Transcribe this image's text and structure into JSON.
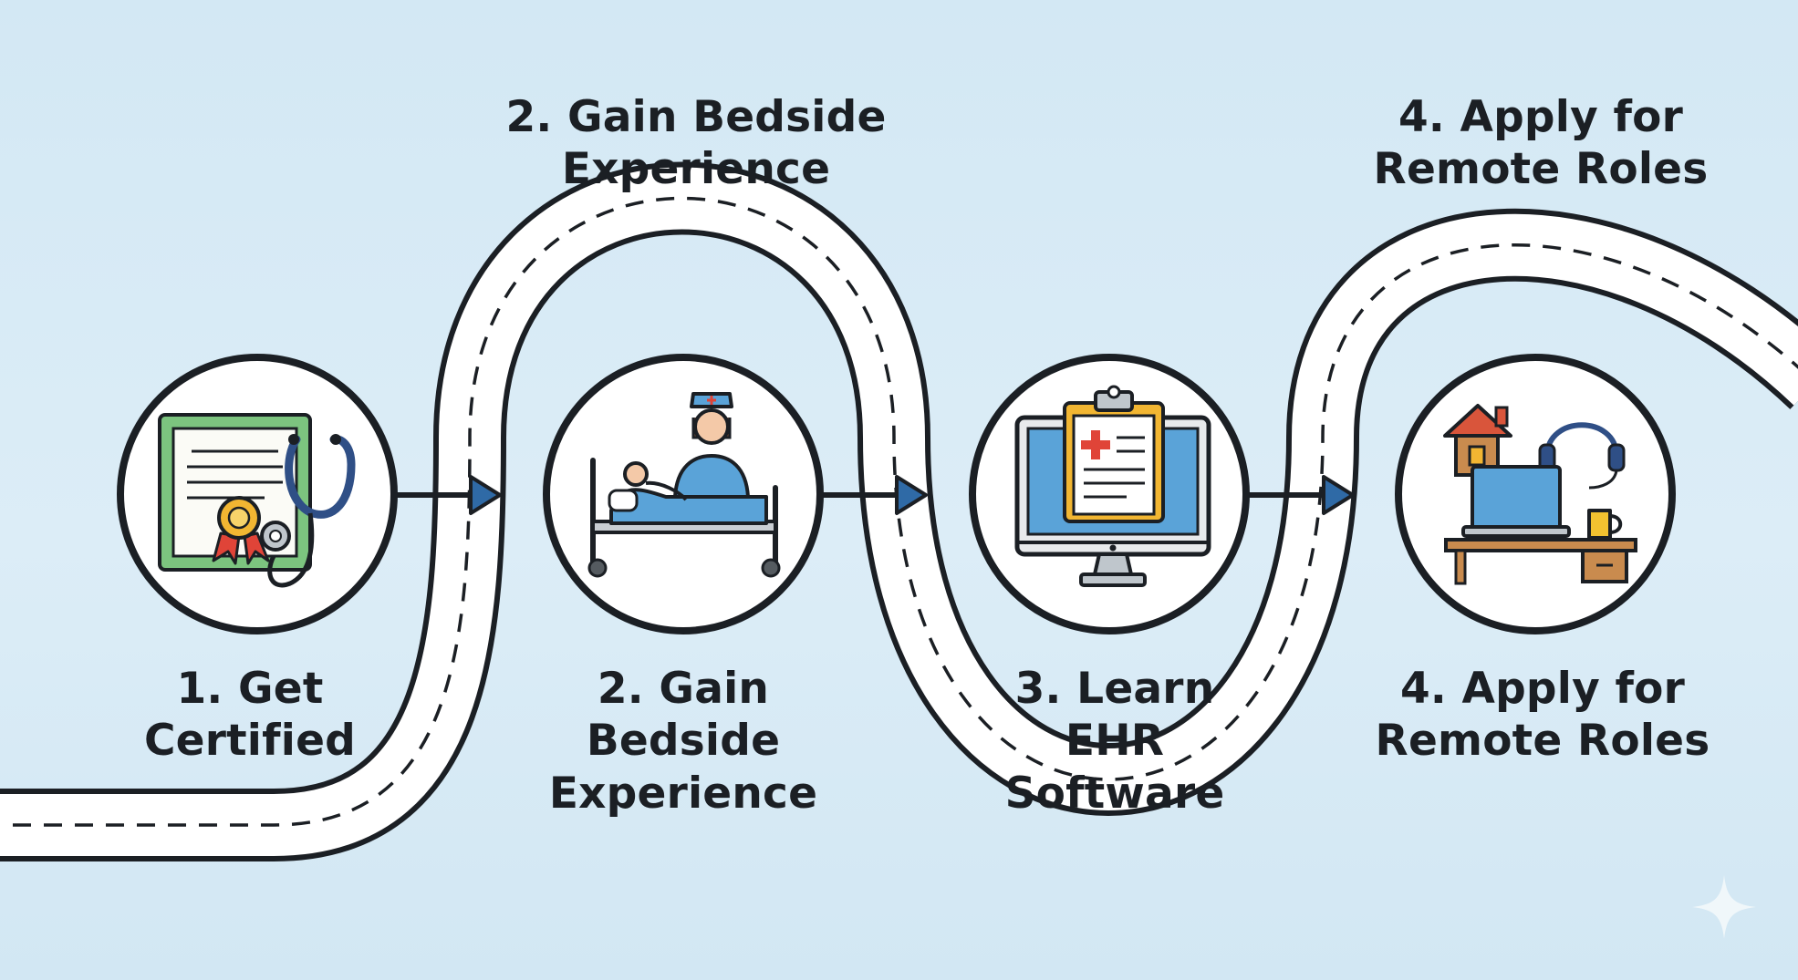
{
  "top_headings": [
    {
      "lines": [
        "2. Gain Bedside",
        "Experience"
      ]
    },
    {
      "lines": [
        "4. Apply for",
        "Remote Roles"
      ]
    }
  ],
  "steps": [
    {
      "number": "1",
      "lines": [
        "1. Get",
        "Certified"
      ],
      "icon": "certificate-stethoscope-icon"
    },
    {
      "number": "2",
      "lines": [
        "2. Gain",
        "Bedside",
        "Experience"
      ],
      "icon": "nurse-patient-bed-icon"
    },
    {
      "number": "3",
      "lines": [
        "3. Learn",
        "EHR",
        "Software"
      ],
      "icon": "computer-medical-chart-icon"
    },
    {
      "number": "4",
      "lines": [
        "4. Apply for",
        "Remote Roles"
      ],
      "icon": "home-office-headset-icon"
    }
  ],
  "colors": {
    "background": "#d6eaf5",
    "road": "#ffffff",
    "road_edge": "#1b1f24",
    "arrow_head": "#2f6aa6",
    "icon_blue": "#5aa3d8",
    "certificate_green": "#7cc47f",
    "medical_red": "#e04438",
    "wood": "#c98b4e",
    "roof": "#d9553b",
    "mug": "#f2c230"
  },
  "decoration": {
    "sparkle": "sparkle-icon"
  }
}
